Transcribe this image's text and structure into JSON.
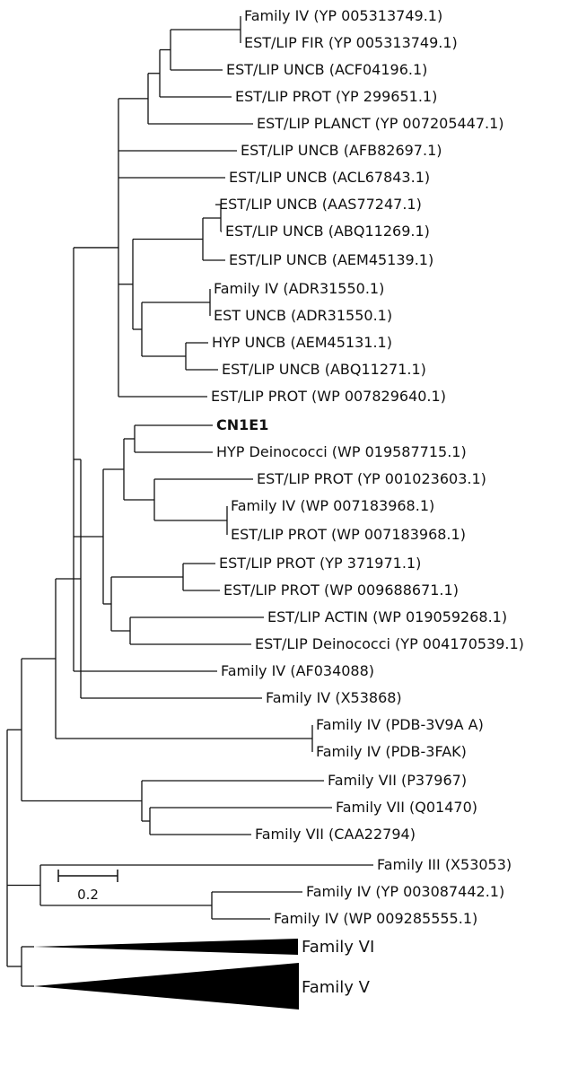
{
  "leaves": [
    {
      "id": "l1",
      "label": "Family IV (YP 005313749.1)"
    },
    {
      "id": "l2",
      "label": "EST/LIP FIR (YP 005313749.1)"
    },
    {
      "id": "l3",
      "label": "EST/LIP UNCB (ACF04196.1)"
    },
    {
      "id": "l4",
      "label": "EST/LIP PROT (YP 299651.1)"
    },
    {
      "id": "l5",
      "label": "EST/LIP PLANCT (YP 007205447.1)"
    },
    {
      "id": "l6",
      "label": "EST/LIP UNCB (AFB82697.1)"
    },
    {
      "id": "l7",
      "label": "EST/LIP UNCB (ACL67843.1)"
    },
    {
      "id": "l8",
      "label": "EST/LIP UNCB (AAS77247.1)"
    },
    {
      "id": "l9",
      "label": "EST/LIP UNCB (ABQ11269.1)"
    },
    {
      "id": "l10",
      "label": "EST/LIP UNCB (AEM45139.1)"
    },
    {
      "id": "l11",
      "label": "Family IV (ADR31550.1)"
    },
    {
      "id": "l12",
      "label": "EST UNCB (ADR31550.1)"
    },
    {
      "id": "l13",
      "label": "HYP UNCB (AEM45131.1)"
    },
    {
      "id": "l14",
      "label": "EST/LIP UNCB (ABQ11271.1)"
    },
    {
      "id": "l15",
      "label": "EST/LIP PROT (WP 007829640.1)"
    },
    {
      "id": "l16",
      "label": "CN1E1",
      "bold": true
    },
    {
      "id": "l17",
      "label": "HYP Deinococci (WP 019587715.1)"
    },
    {
      "id": "l18",
      "label": "EST/LIP PROT (YP 001023603.1)"
    },
    {
      "id": "l19",
      "label": "Family IV (WP 007183968.1)"
    },
    {
      "id": "l20",
      "label": "EST/LIP PROT (WP 007183968.1)"
    },
    {
      "id": "l21",
      "label": "EST/LIP PROT (YP 371971.1)"
    },
    {
      "id": "l22",
      "label": "EST/LIP PROT (WP 009688671.1)"
    },
    {
      "id": "l23",
      "label": "EST/LIP ACTIN (WP 019059268.1)"
    },
    {
      "id": "l24",
      "label": "EST/LIP Deinococci (YP 004170539.1)"
    },
    {
      "id": "l25",
      "label": "Family IV (AF034088)"
    },
    {
      "id": "l26",
      "label": "Family IV (X53868)"
    },
    {
      "id": "l27",
      "label": "Family IV (PDB-3V9A A)"
    },
    {
      "id": "l28",
      "label": "Family IV (PDB-3FAK)"
    },
    {
      "id": "l29",
      "label": "Family VII (P37967)"
    },
    {
      "id": "l30",
      "label": "Family VII (Q01470)"
    },
    {
      "id": "l31",
      "label": "Family VII (CAA22794)"
    },
    {
      "id": "l32",
      "label": "Family III (X53053)"
    },
    {
      "id": "l33",
      "label": "Family IV (YP 003087442.1)"
    },
    {
      "id": "l34",
      "label": "Family IV (WP 009285555.1)"
    }
  ],
  "collapsed_clades": [
    {
      "id": "c1",
      "label": "Family VI"
    },
    {
      "id": "c2",
      "label": "Family V"
    }
  ],
  "scale_bar": {
    "value": 0.2,
    "label": "0.2"
  },
  "colors": {
    "branch": "#111111",
    "clade_fill": "#000000",
    "text": "#111111"
  }
}
